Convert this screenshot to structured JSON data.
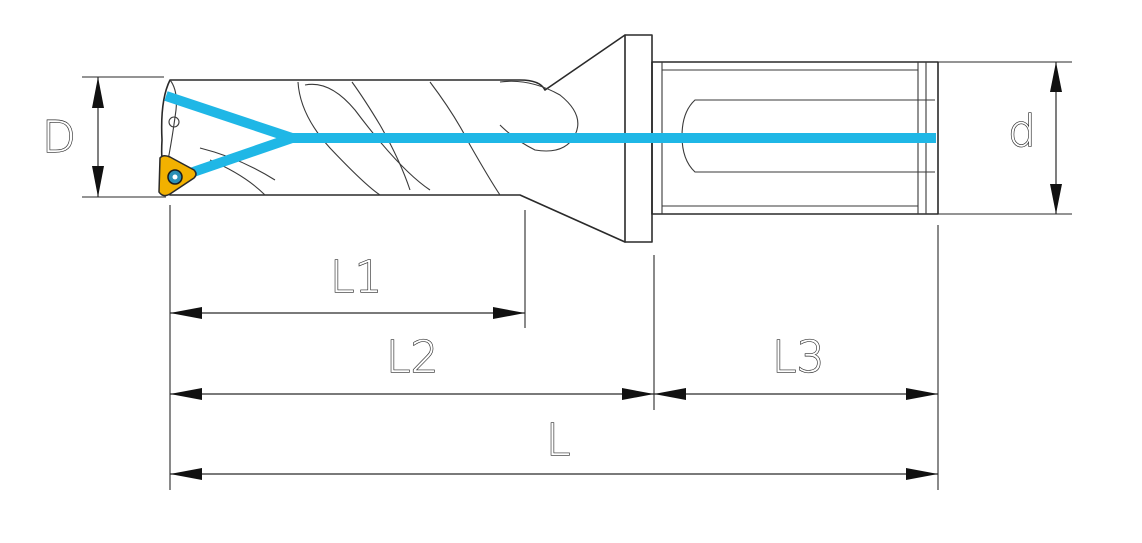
{
  "colors": {
    "coolant": "#1fb7e6",
    "insert": "#f2b100",
    "insert_screw": "#2a8fb5",
    "line": "#2a2a2a"
  },
  "labels": {
    "D": "D",
    "d": "d",
    "L1": "L1",
    "L2": "L2",
    "L3": "L3",
    "L": "L"
  }
}
